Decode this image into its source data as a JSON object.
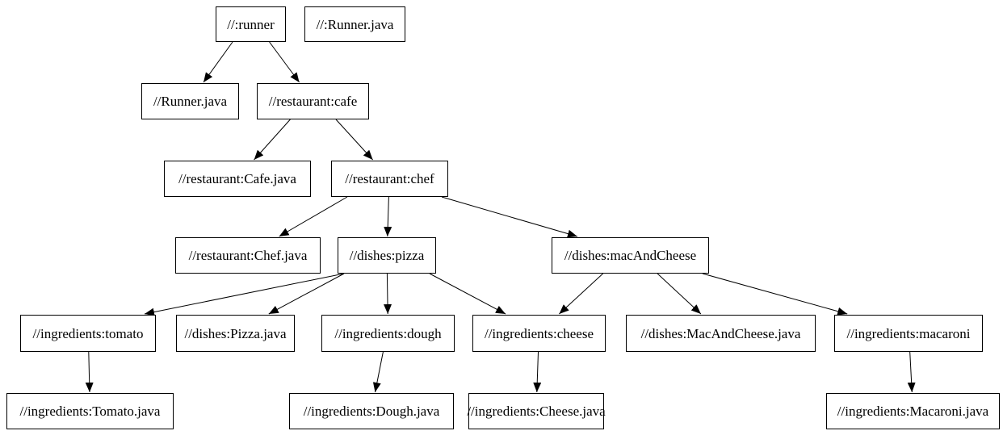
{
  "diagram": {
    "kind": "build-dependency-graph",
    "colors": {
      "background": "#ffffff",
      "node_fill": "#ffffff",
      "node_border": "#000000",
      "edge": "#000000",
      "text": "#000000"
    },
    "nodes": [
      {
        "id": "runner",
        "label": "//:runner"
      },
      {
        "id": "runner_java_target",
        "label": "//:Runner.java"
      },
      {
        "id": "runner_java",
        "label": "//Runner.java"
      },
      {
        "id": "cafe",
        "label": "//restaurant:cafe"
      },
      {
        "id": "cafe_java",
        "label": "//restaurant:Cafe.java"
      },
      {
        "id": "chef",
        "label": "//restaurant:chef"
      },
      {
        "id": "chef_java",
        "label": "//restaurant:Chef.java"
      },
      {
        "id": "pizza",
        "label": "//dishes:pizza"
      },
      {
        "id": "mac_and_cheese",
        "label": "//dishes:macAndCheese"
      },
      {
        "id": "tomato",
        "label": "//ingredients:tomato"
      },
      {
        "id": "pizza_java",
        "label": "//dishes:Pizza.java"
      },
      {
        "id": "dough",
        "label": "//ingredients:dough"
      },
      {
        "id": "cheese",
        "label": "//ingredients:cheese"
      },
      {
        "id": "mac_and_cheese_java",
        "label": "//dishes:MacAndCheese.java"
      },
      {
        "id": "macaroni",
        "label": "//ingredients:macaroni"
      },
      {
        "id": "tomato_java",
        "label": "//ingredients:Tomato.java"
      },
      {
        "id": "dough_java",
        "label": "//ingredients:Dough.java"
      },
      {
        "id": "cheese_java",
        "label": "//ingredients:Cheese.java"
      },
      {
        "id": "macaroni_java",
        "label": "//ingredients:Macaroni.java"
      }
    ],
    "edges": [
      {
        "from": "runner",
        "to": "runner_java"
      },
      {
        "from": "runner",
        "to": "cafe"
      },
      {
        "from": "cafe",
        "to": "cafe_java"
      },
      {
        "from": "cafe",
        "to": "chef"
      },
      {
        "from": "chef",
        "to": "chef_java"
      },
      {
        "from": "chef",
        "to": "pizza"
      },
      {
        "from": "chef",
        "to": "mac_and_cheese"
      },
      {
        "from": "pizza",
        "to": "tomato"
      },
      {
        "from": "pizza",
        "to": "pizza_java"
      },
      {
        "from": "pizza",
        "to": "dough"
      },
      {
        "from": "pizza",
        "to": "cheese"
      },
      {
        "from": "mac_and_cheese",
        "to": "cheese"
      },
      {
        "from": "mac_and_cheese",
        "to": "mac_and_cheese_java"
      },
      {
        "from": "mac_and_cheese",
        "to": "macaroni"
      },
      {
        "from": "tomato",
        "to": "tomato_java"
      },
      {
        "from": "dough",
        "to": "dough_java"
      },
      {
        "from": "cheese",
        "to": "cheese_java"
      },
      {
        "from": "macaroni",
        "to": "macaroni_java"
      }
    ]
  }
}
